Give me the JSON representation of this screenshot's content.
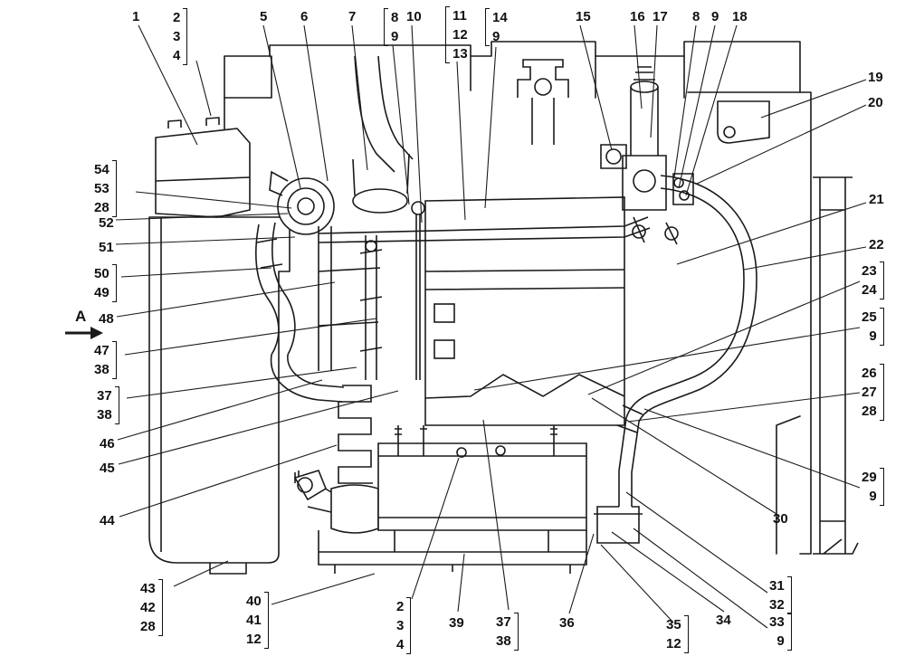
{
  "colors": {
    "ink": "#1a1a1a",
    "background": "#ffffff"
  },
  "view_label": "A",
  "callouts": {
    "top": {
      "c1": "1",
      "g234": [
        "2",
        "3",
        "4"
      ],
      "c5": "5",
      "c6": "6",
      "c7": "7",
      "g89": [
        "8",
        "9"
      ],
      "c10": "10",
      "g11_12_13": [
        "11",
        "12",
        "13"
      ],
      "g14_9": [
        "14",
        "9"
      ],
      "c15": "15",
      "c16": "16",
      "c17": "17",
      "c8": "8",
      "c9": "9",
      "c18": "18"
    },
    "right": {
      "c19": "19",
      "c20": "20",
      "c21": "21",
      "c22": "22",
      "g23_24": [
        "23",
        "24"
      ],
      "g25_9": [
        "25",
        "9"
      ],
      "g26_27_28": [
        "26",
        "27",
        "28"
      ],
      "g29_9": [
        "29",
        "9"
      ],
      "c30": "30",
      "g31_32": [
        "31",
        "32"
      ],
      "g33_9": [
        "33",
        "9"
      ],
      "c34": "34",
      "g35_12": [
        "35",
        "12"
      ]
    },
    "left": {
      "g54_53_28": [
        "54",
        "53",
        "28"
      ],
      "c52": "52",
      "c51": "51",
      "g50_49": [
        "50",
        "49"
      ],
      "c48": "48",
      "g47_38": [
        "47",
        "38"
      ],
      "g37_38": [
        "37",
        "38"
      ],
      "c46": "46",
      "c45": "45",
      "c44": "44",
      "g43_42_28": [
        "43",
        "42",
        "28"
      ]
    },
    "bottom": {
      "g40_41_12": [
        "40",
        "41",
        "12"
      ],
      "g2_3_4": [
        "2",
        "3",
        "4"
      ],
      "c39": "39",
      "g37_38": [
        "37",
        "38"
      ],
      "c36": "36"
    }
  }
}
